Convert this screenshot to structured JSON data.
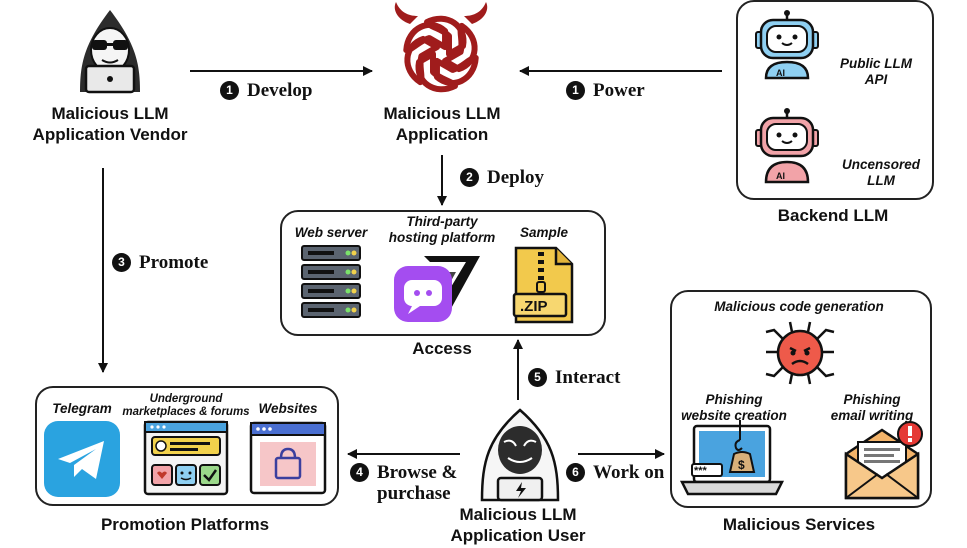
{
  "nodes": {
    "vendor": [
      "Malicious LLM",
      "Application Vendor"
    ],
    "app": [
      "Malicious LLM",
      "Application"
    ],
    "user": [
      "Malicious LLM",
      "Application User"
    ],
    "backend_title": "Backend LLM",
    "access_title": "Access",
    "promotion_title": "Promotion Platforms",
    "services_title": "Malicious Services"
  },
  "backend": {
    "public": [
      "Public LLM",
      "API"
    ],
    "uncensored": [
      "Uncensored",
      "LLM"
    ],
    "robot_badge": "AI"
  },
  "access": {
    "web_server": "Web server",
    "third_party": [
      "Third-party",
      "hosting platform"
    ],
    "sample": "Sample",
    "zip_label": ".ZIP"
  },
  "promotion": {
    "telegram": "Telegram",
    "underground": [
      "Underground",
      "marketplaces & forums"
    ],
    "websites": "Websites"
  },
  "services": {
    "code_gen": "Malicious code generation",
    "phish_site": [
      "Phishing",
      "website creation"
    ],
    "phish_email": [
      "Phishing",
      "email writing"
    ],
    "password_mask": "***"
  },
  "steps": {
    "develop": {
      "num": "1",
      "label": "Develop"
    },
    "power": {
      "num": "1",
      "label": "Power"
    },
    "deploy": {
      "num": "2",
      "label": "Deploy"
    },
    "promote": {
      "num": "3",
      "label": "Promote"
    },
    "browse": {
      "num": "4",
      "label": [
        "Browse &",
        "purchase"
      ]
    },
    "interact": {
      "num": "5",
      "label": "Interact"
    },
    "work_on": {
      "num": "6",
      "label": "Work on"
    }
  },
  "colors": {
    "openai_red": "#a01c1c",
    "robot_blue": "#8fd0f2",
    "robot_pink": "#f2a3a8",
    "telegram": "#2aa3e0",
    "purple": "#a44df0",
    "zip": "#f2c94c",
    "virus": "#ee5a4a",
    "envelope": "#f4b46a"
  }
}
